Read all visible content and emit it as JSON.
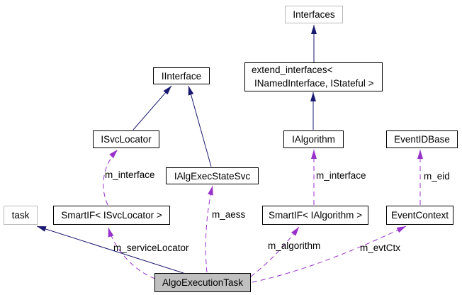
{
  "diagram": {
    "kind": "collaboration-diagram",
    "colors": {
      "background": "#ffffff",
      "inheritance_edge": "#191970",
      "usage_edge": "#9932cc",
      "node_border": "#000000",
      "external_node_border": "#b9b9b9",
      "selected_node_fill": "#c0c0c0"
    },
    "nodes": {
      "interfaces": {
        "label": "Interfaces"
      },
      "iinterface": {
        "label": "IInterface"
      },
      "extend_interfaces": {
        "line1": "extend_interfaces<",
        "line2": "INamedInterface, IStateful >"
      },
      "isvclocator": {
        "label": "ISvcLocator"
      },
      "ialgorithm": {
        "label": "IAlgorithm"
      },
      "eventidbase": {
        "label": "EventIDBase"
      },
      "ialgexecstatesvc": {
        "label": "IAlgExecStateSvc"
      },
      "task": {
        "label": "task"
      },
      "smartif_isvclocator": {
        "label": "SmartIF< ISvcLocator >"
      },
      "smartif_ialgorithm": {
        "label": "SmartIF< IAlgorithm >"
      },
      "eventcontext": {
        "label": "EventContext"
      },
      "algoexecutiontask": {
        "label": "AlgoExecutionTask"
      }
    },
    "edge_labels": {
      "m_interface_left": "m_interface",
      "m_interface_right": "m_interface",
      "m_aess": "m_aess",
      "m_eid": "m_eid",
      "m_serviceLocator": "m_serviceLocator",
      "m_algorithm": "m_algorithm",
      "m_evtCtx": "m_evtCtx"
    },
    "edges": [
      {
        "from": "extend_interfaces< INamedInterface, IStateful >",
        "to": "Interfaces",
        "type": "inheritance",
        "label": ""
      },
      {
        "from": "IAlgorithm",
        "to": "extend_interfaces< INamedInterface, IStateful >",
        "type": "inheritance",
        "label": ""
      },
      {
        "from": "ISvcLocator",
        "to": "IInterface",
        "type": "inheritance",
        "label": ""
      },
      {
        "from": "IAlgExecStateSvc",
        "to": "IInterface",
        "type": "inheritance",
        "label": ""
      },
      {
        "from": "AlgoExecutionTask",
        "to": "task",
        "type": "inheritance",
        "label": ""
      },
      {
        "from": "SmartIF< ISvcLocator >",
        "to": "ISvcLocator",
        "type": "usage",
        "label": "m_interface"
      },
      {
        "from": "AlgoExecutionTask",
        "to": "IAlgExecStateSvc",
        "type": "usage",
        "label": "m_aess"
      },
      {
        "from": "SmartIF< IAlgorithm >",
        "to": "IAlgorithm",
        "type": "usage",
        "label": "m_interface"
      },
      {
        "from": "EventContext",
        "to": "EventIDBase",
        "type": "usage",
        "label": "m_eid"
      },
      {
        "from": "AlgoExecutionTask",
        "to": "SmartIF< ISvcLocator >",
        "type": "usage",
        "label": "m_serviceLocator"
      },
      {
        "from": "AlgoExecutionTask",
        "to": "SmartIF< IAlgorithm >",
        "type": "usage",
        "label": "m_algorithm"
      },
      {
        "from": "AlgoExecutionTask",
        "to": "EventContext",
        "type": "usage",
        "label": "m_evtCtx"
      }
    ]
  }
}
